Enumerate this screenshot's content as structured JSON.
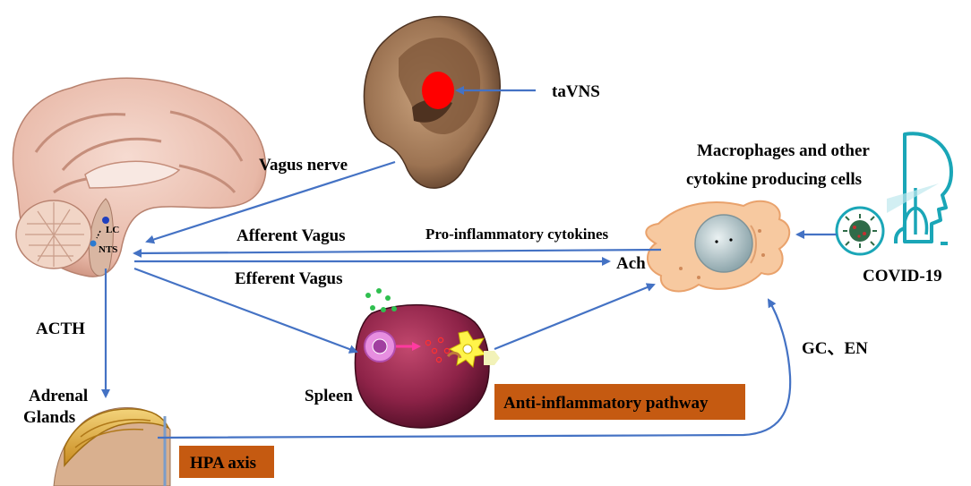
{
  "labels": {
    "tavns": "taVNS",
    "vagus_nerve": "Vagus nerve",
    "macrophages_line1": "Macrophages and other",
    "macrophages_line2": "cytokine producing cells",
    "afferent_vagus": "Afferent Vagus",
    "pro_inflammatory": "Pro-inflammatory cytokines",
    "efferent_vagus": "Efferent Vagus",
    "ach": "Ach",
    "covid": "COVID-19",
    "acth": "ACTH",
    "gc_en": "GC、EN",
    "adrenal_line1": "Adrenal",
    "adrenal_line2": "Glands",
    "spleen": "Spleen",
    "anti_inflammatory": "Anti-inflammatory pathway",
    "hpa_axis": "HPA axis",
    "lc": "LC",
    "nts": "NTS"
  },
  "colors": {
    "arrow": "#4472c4",
    "label_box": "#c55a11",
    "stimulation_point": "#ff0000",
    "covid_icon": "#1aa6b7"
  }
}
